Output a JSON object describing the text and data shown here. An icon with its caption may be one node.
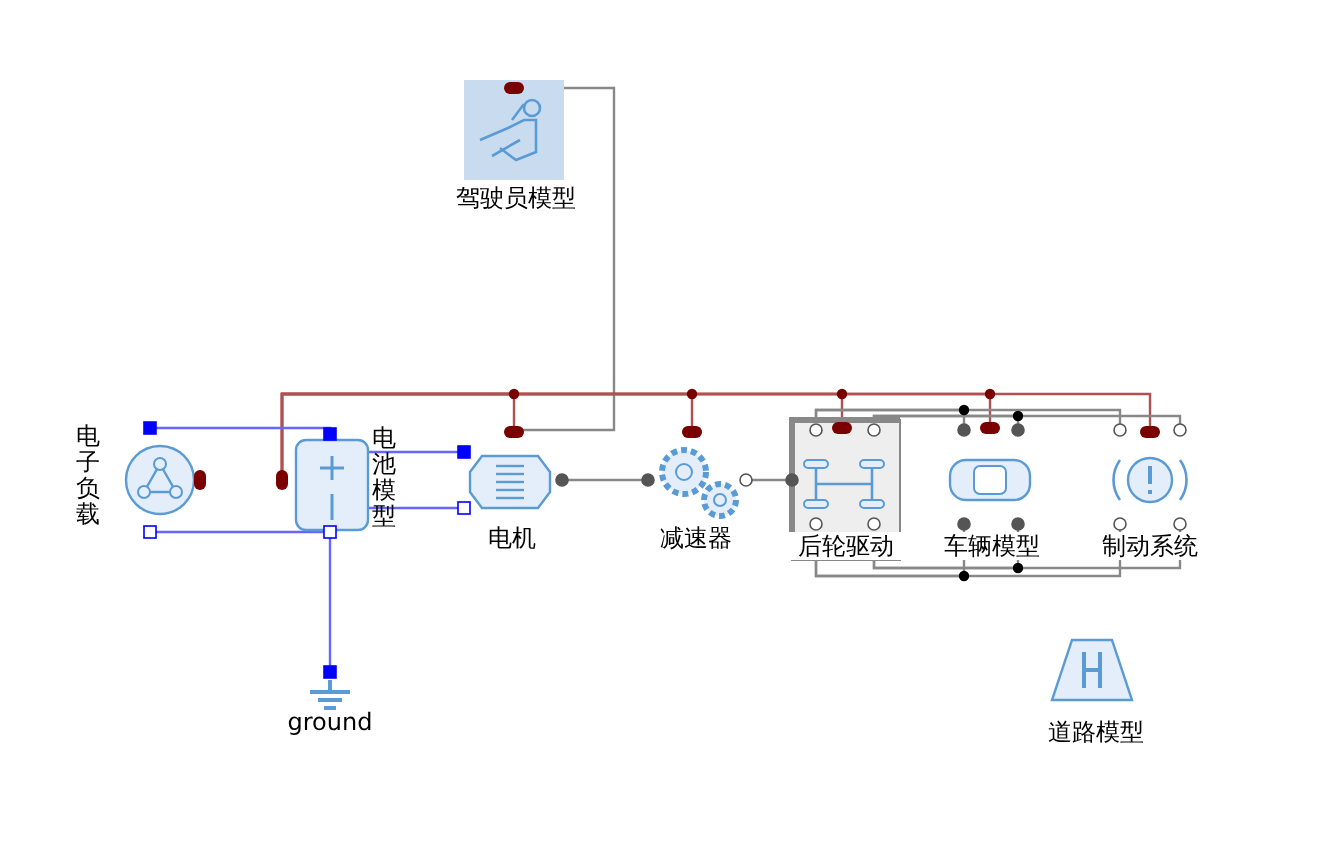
{
  "diagram": {
    "nodes": [
      {
        "text": [
          "驾驶员模型"
        ]
      },
      {
        "text": [
          "电子负载"
        ]
      },
      {
        "text": [
          "电池模型"
        ]
      },
      {
        "text": [
          "电机"
        ]
      },
      {
        "text": [
          "减速器"
        ]
      },
      {
        "text": [
          "后轮驱动"
        ]
      },
      {
        "text": [
          "车辆模型"
        ]
      },
      {
        "text": [
          "制动系统"
        ]
      },
      {
        "text": [
          "ground"
        ]
      },
      {
        "text": [
          "道路模型"
        ]
      }
    ],
    "edges": [
      {
        "from": 0,
        "to": 3,
        "arrow": "none"
      },
      {
        "from": 2,
        "to": 3,
        "arrow": "none",
        "color": "#b05050"
      },
      {
        "from": 2,
        "to": 4,
        "arrow": "none",
        "color": "#b05050"
      },
      {
        "from": 2,
        "to": 5,
        "arrow": "none",
        "color": "#b05050"
      },
      {
        "from": 2,
        "to": 6,
        "arrow": "none",
        "color": "#b05050"
      },
      {
        "from": 2,
        "to": 7,
        "arrow": "none",
        "color": "#b05050"
      },
      {
        "from": 1,
        "to": 2,
        "arrow": "none",
        "color": "#6666ff"
      },
      {
        "from": 1,
        "to": 2,
        "arrow": "none",
        "color": "#6666ff"
      },
      {
        "from": 2,
        "to": 3,
        "arrow": "none",
        "color": "#6666ff"
      },
      {
        "from": 2,
        "to": 3,
        "arrow": "none",
        "color": "#6666ff"
      },
      {
        "from": 2,
        "to": 8,
        "arrow": "none",
        "color": "#6666ff"
      },
      {
        "from": 3,
        "to": 4,
        "arrow": "none"
      },
      {
        "from": 4,
        "to": 5,
        "arrow": "none"
      },
      {
        "from": 5,
        "to": 6,
        "arrow": "none"
      },
      {
        "from": 5,
        "to": 7,
        "arrow": "none"
      },
      {
        "from": 5,
        "to": 6,
        "arrow": "none"
      },
      {
        "from": 5,
        "to": 7,
        "arrow": "none"
      },
      {
        "from": 5,
        "to": 6,
        "arrow": "none"
      },
      {
        "from": 5,
        "to": 7,
        "arrow": "none"
      },
      {
        "from": 5,
        "to": 6,
        "arrow": "none"
      },
      {
        "from": 5,
        "to": 7,
        "arrow": "none"
      }
    ]
  }
}
